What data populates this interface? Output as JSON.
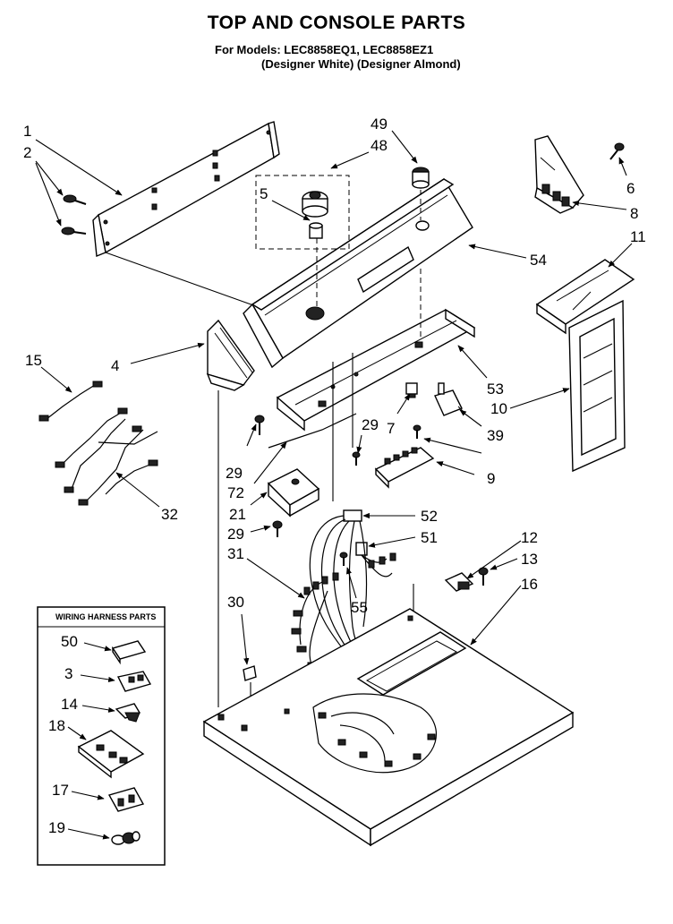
{
  "header": {
    "title": "TOP AND CONSOLE PARTS",
    "models_line": "For Models: LEC8858EQ1, LEC8858EZ1",
    "colors_line": "(Designer White) (Designer Almond)"
  },
  "callouts": [
    "1",
    "2",
    "49",
    "48",
    "5",
    "6",
    "8",
    "54",
    "11",
    "15",
    "4",
    "53",
    "10",
    "29",
    "7",
    "39",
    "29",
    "72",
    "9",
    "21",
    "32",
    "52",
    "29",
    "51",
    "12",
    "31",
    "13",
    "55",
    "16",
    "30"
  ],
  "inset": {
    "title": "WIRING HARNESS PARTS",
    "callouts": [
      "50",
      "3",
      "14",
      "18",
      "17",
      "19"
    ]
  }
}
